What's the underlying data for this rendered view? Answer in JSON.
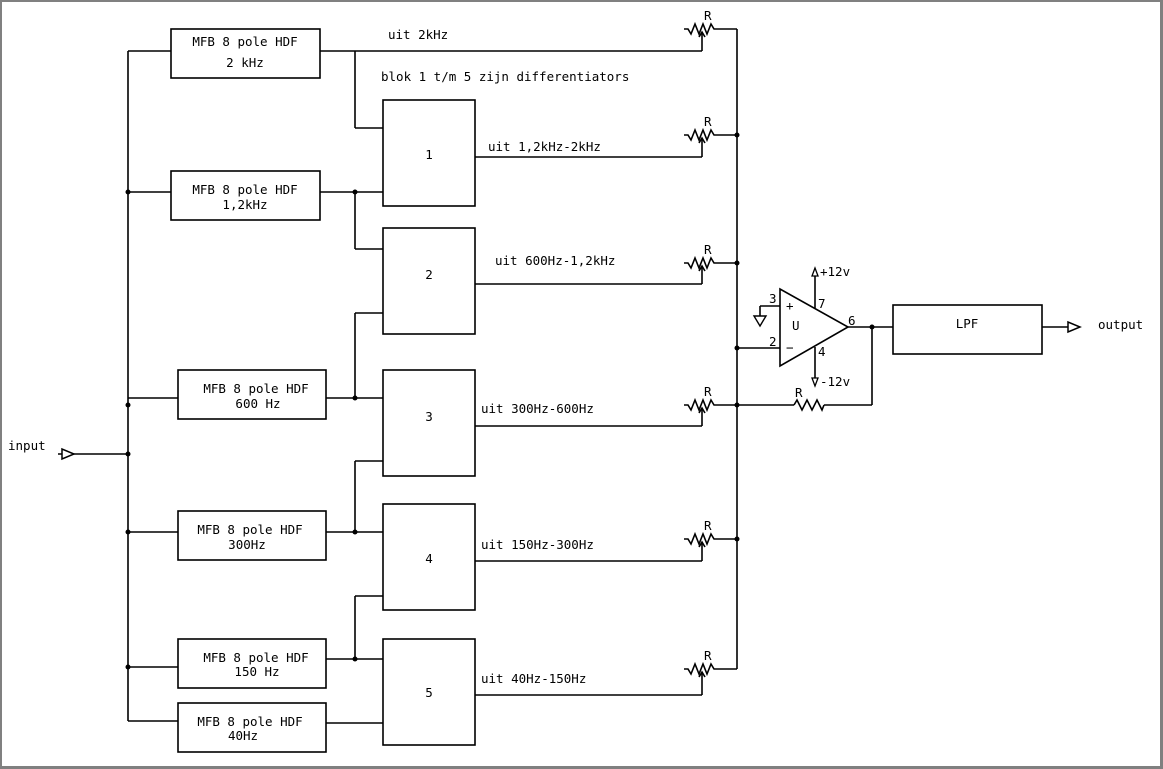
{
  "diagram": {
    "input_label": "input",
    "output_label": "output",
    "note": "blok 1 t/m 5 zijn differentiators",
    "filters": [
      {
        "line1": "MFB 8 pole HDF",
        "line2": "2 kHz"
      },
      {
        "line1": "MFB 8 pole HDF",
        "line2": "1,2kHz"
      },
      {
        "line1": "MFB 8 pole HDF",
        "line2": "600 Hz"
      },
      {
        "line1": "MFB 8 pole HDF",
        "line2": "300Hz"
      },
      {
        "line1": "MFB 8 pole HDF",
        "line2": "150 Hz"
      },
      {
        "line1": "MFB 8 pole HDF",
        "line2": "40Hz"
      }
    ],
    "blocks": [
      "1",
      "2",
      "3",
      "4",
      "5"
    ],
    "outputs": [
      "uit 2kHz",
      "uit 1,2kHz-2kHz",
      "uit 600Hz-1,2kHz",
      "uit 300Hz-600Hz",
      "uit 150Hz-300Hz",
      "uit 40Hz-150Hz"
    ],
    "resistor_label": "R",
    "opamp": {
      "label": "U",
      "plus": "+",
      "minus": "−",
      "pin_noninv": "3",
      "pin_inv": "2",
      "pin_vpos": "7",
      "pin_vneg": "4",
      "pin_out": "6",
      "vpos": "+12v",
      "vneg": "-12v"
    },
    "lpf_label": "LPF"
  }
}
